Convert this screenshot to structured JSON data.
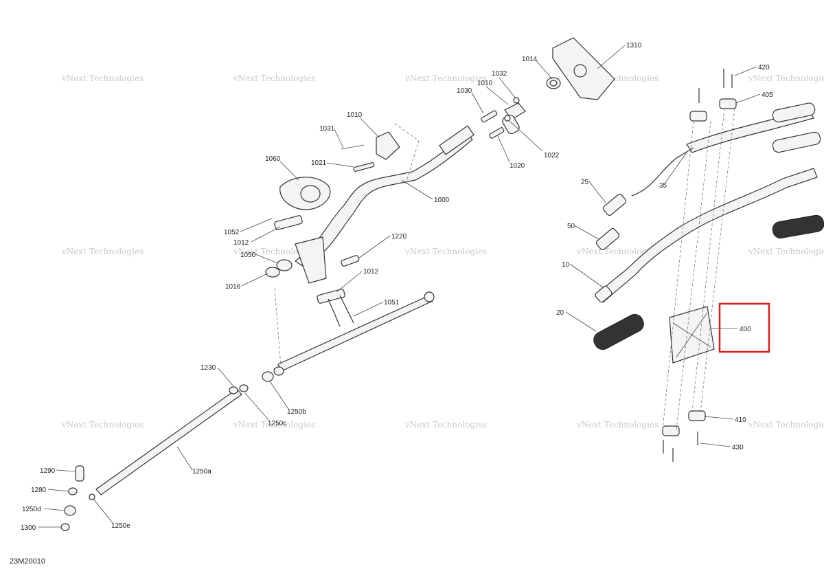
{
  "diagram": {
    "reference": "23M20010",
    "watermark": "vNext Technologies",
    "highlight_colour": "#e01a1a",
    "highlighted_part": "400",
    "labels": [
      {
        "id": "1310",
        "text": "1310"
      },
      {
        "id": "1014",
        "text": "1014"
      },
      {
        "id": "1032",
        "text": "1032"
      },
      {
        "id": "1010a",
        "text": "1010"
      },
      {
        "id": "1030",
        "text": "1030"
      },
      {
        "id": "1022",
        "text": "1022"
      },
      {
        "id": "1020",
        "text": "1020"
      },
      {
        "id": "1010b",
        "text": "1010"
      },
      {
        "id": "1031",
        "text": "1031"
      },
      {
        "id": "1021",
        "text": "1021"
      },
      {
        "id": "1060",
        "text": "1060"
      },
      {
        "id": "1000",
        "text": "1000"
      },
      {
        "id": "1052",
        "text": "1052"
      },
      {
        "id": "1012a",
        "text": "1012"
      },
      {
        "id": "1050",
        "text": "1050"
      },
      {
        "id": "1016",
        "text": "1016"
      },
      {
        "id": "1220",
        "text": "1220"
      },
      {
        "id": "1012b",
        "text": "1012"
      },
      {
        "id": "1051",
        "text": "1051"
      },
      {
        "id": "1230",
        "text": "1230"
      },
      {
        "id": "1250b",
        "text": "1250b"
      },
      {
        "id": "1250c",
        "text": "1250c"
      },
      {
        "id": "1250a",
        "text": "1250a"
      },
      {
        "id": "1290",
        "text": "1290"
      },
      {
        "id": "1280",
        "text": "1280"
      },
      {
        "id": "1250d",
        "text": "1250d"
      },
      {
        "id": "1250e",
        "text": "1250e"
      },
      {
        "id": "1300",
        "text": "1300"
      },
      {
        "id": "420",
        "text": "420"
      },
      {
        "id": "405",
        "text": "405"
      },
      {
        "id": "35",
        "text": "35"
      },
      {
        "id": "25",
        "text": "25"
      },
      {
        "id": "50",
        "text": "50"
      },
      {
        "id": "10",
        "text": "10"
      },
      {
        "id": "20",
        "text": "20"
      },
      {
        "id": "400",
        "text": "400"
      },
      {
        "id": "410",
        "text": "410"
      },
      {
        "id": "430",
        "text": "430"
      }
    ]
  }
}
